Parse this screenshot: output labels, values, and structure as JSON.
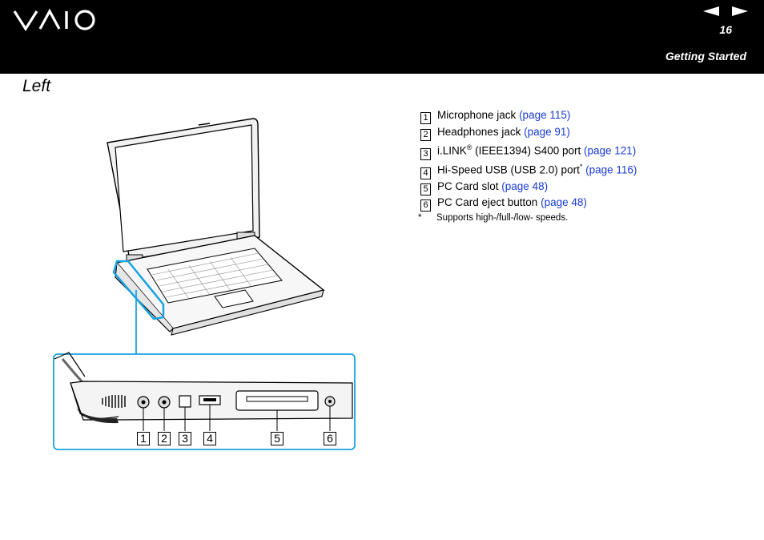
{
  "header": {
    "logo_text": "VAIO",
    "page_number": "16",
    "section": "Getting Started",
    "prev_icon": "triangle-left-icon",
    "next_icon": "triangle-right-icon"
  },
  "page_title": "Left",
  "items": [
    {
      "num": "1",
      "pre": "Microphone jack ",
      "link": "(page 115)"
    },
    {
      "num": "2",
      "pre": "Headphones jack ",
      "link": "(page 91)"
    },
    {
      "num": "3",
      "pre": "i.LINK",
      "sup": "®",
      "post": " (IEEE1394) S400 port ",
      "link": "(page 121)"
    },
    {
      "num": "4",
      "pre": "Hi-Speed USB (USB 2.0) port",
      "sup": "*",
      "post": " ",
      "link": "(page 116)"
    },
    {
      "num": "5",
      "pre": "PC Card slot ",
      "link": "(page 48)"
    },
    {
      "num": "6",
      "pre": "PC Card eject button ",
      "link": "(page 48)"
    }
  ],
  "footnote": {
    "mark": "*",
    "text": "Supports high-/full-/low- speeds."
  },
  "callouts": [
    "1",
    "2",
    "3",
    "4",
    "5",
    "6"
  ],
  "colors": {
    "header_bg": "#000000",
    "link": "#1a3bd6",
    "callout_border": "#1aa3e0"
  }
}
